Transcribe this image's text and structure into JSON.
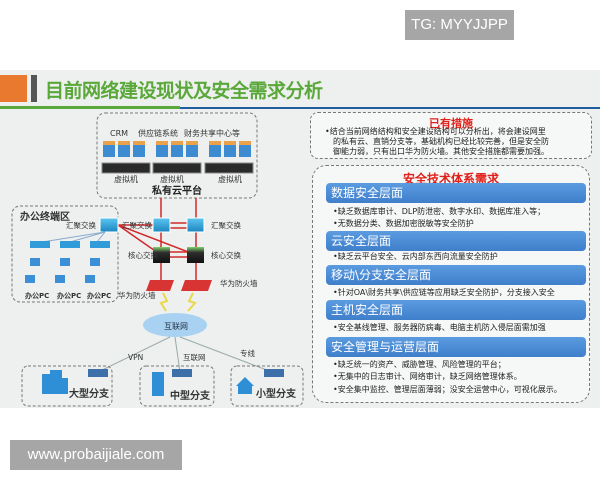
{
  "watermarks": {
    "top": "TG: MYYJJPP",
    "bottom": "www.probaijiale.com"
  },
  "slide": {
    "title": "目前网络建设现状及安全需求分析",
    "diagram": {
      "apps": [
        "CRM",
        "供应链系统",
        "财务共享中心等"
      ],
      "vm_label": "虚拟机",
      "private_cloud": "私有云平台",
      "office_zone": "办公终端区",
      "aggregation_switch": "汇聚交换",
      "core_switch": "核心交换",
      "firewall": "华为防火墙",
      "office_pc": "办公PC",
      "internet": "互联网",
      "links": [
        "VPN",
        "互联网",
        "专线"
      ],
      "branches": [
        "大型分支",
        "中型分支",
        "小型分支"
      ]
    },
    "existing": {
      "title": "已有措施",
      "lines": [
        "•结合当前网络结构和安全建设结构可以分析出，将会建设网里",
        "的私有云、直销分支等，基础机构已经比较完善，但是安全防",
        "御能力弱，只有出口华为防火墙。其他安全措施都需要加强。"
      ]
    },
    "requirements": {
      "title": "安全技术体系需求",
      "sections": [
        {
          "header": "数据安全层面",
          "items": [
            "•缺乏数据库审计、DLP防泄密、数字水印、数据库准入等；",
            "•无数据分类、数据加密脱敏等安全防护"
          ]
        },
        {
          "header": "云安全层面",
          "items": [
            "•缺乏云平台安全、云内部东西向流量安全防护"
          ]
        },
        {
          "header": "移动\\分支安全层面",
          "items": [
            "•针对OA\\财务共享\\供应链等应用缺乏安全防护，分支接入安全"
          ]
        },
        {
          "header": "主机安全层面",
          "items": [
            "•安全基线管理、服务器防病毒、电脑主机防入侵层面需加强"
          ]
        },
        {
          "header": "安全管理与运营层面",
          "items": [
            "•缺乏统一的资产、威胁管理、风险管理的平台；",
            "•无集中的日志审计、网络审计，缺乏网络管理体系。",
            "•安全集中监控、管理层面薄弱；没安全运营中心，可视化展示。"
          ]
        }
      ]
    }
  }
}
